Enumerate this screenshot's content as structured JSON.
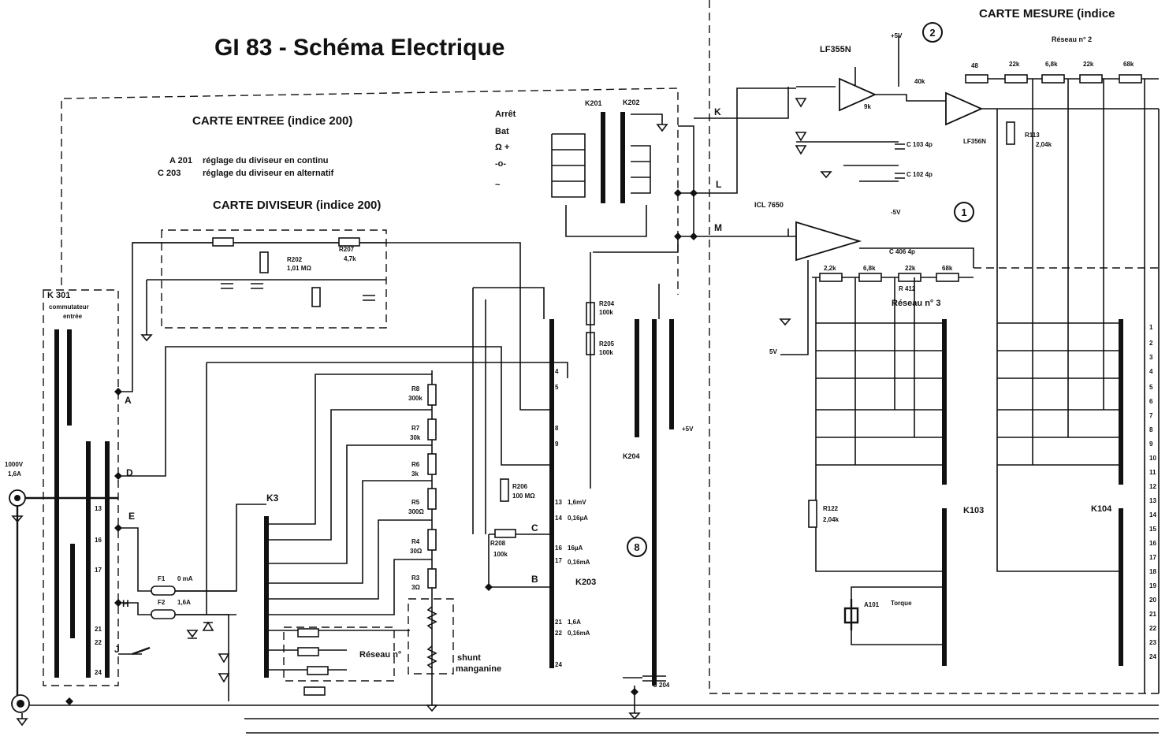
{
  "title": "GI 83 - Schéma Electrique",
  "boards": {
    "carte_entree": "CARTE ENTREE (indice 200)",
    "carte_diviseur": "CARTE DIVISEUR (indice 200)",
    "carte_mesure": "CARTE MESURE (indice"
  },
  "notes": [
    {
      "ref": "A 201",
      "text": "réglage du diviseur en continu"
    },
    {
      "ref": "C 203",
      "text": "réglage du diviseur en alternatif"
    }
  ],
  "reseau_2": "Réseau n° 2",
  "reseau_3": "Réseau n° 3",
  "reseau_1": "Réseau n°",
  "shunt": {
    "line1": "shunt",
    "line2": "manganine"
  },
  "switches": {
    "k301": "K 301",
    "k301_sub1": "commutateur",
    "k301_sub2": "entrée",
    "k3": "K3",
    "k201": "K201",
    "k202": "K202",
    "k203": "K203",
    "k204": "K204",
    "k103": "K103",
    "k104": "K104"
  },
  "mode_labels": [
    "Arrêt",
    "Bat",
    "Ω +",
    "-o-",
    "~"
  ],
  "opamps": {
    "top": "LF355N",
    "bottom": "ICL 7650",
    "lf": "LF356N"
  },
  "supply": {
    "pos": "+5V",
    "neg": "-5V",
    "gnd5": "5V"
  },
  "callouts": [
    "1",
    "2",
    "8"
  ],
  "node_letters": [
    "A",
    "D",
    "E",
    "H",
    "J",
    "K",
    "L",
    "M",
    "C",
    "B"
  ],
  "fuses": [
    {
      "ref": "F1",
      "value": "0 mA"
    },
    {
      "ref": "F2",
      "value": "1,6A"
    }
  ],
  "input_jack": {
    "line1": "1000V",
    "line2": "1,6A"
  },
  "resistors_divider": [
    {
      "ref": "R8",
      "value": "300k"
    },
    {
      "ref": "R7",
      "value": "30k"
    },
    {
      "ref": "R6",
      "value": "3k"
    },
    {
      "ref": "R5",
      "value": "300Ω"
    },
    {
      "ref": "R4",
      "value": "30Ω"
    },
    {
      "ref": "R3",
      "value": "3Ω"
    }
  ],
  "resistors_top": [
    {
      "ref": "R207",
      "value": "4,7k"
    },
    {
      "ref": "R202",
      "value": "1,01 MΩ"
    },
    {
      "ref": "R204",
      "value": "100k"
    },
    {
      "ref": "R205",
      "value": "100k"
    },
    {
      "ref": "R206",
      "value": "100 MΩ"
    },
    {
      "ref": "R208",
      "value": "100k"
    }
  ],
  "network2_values": [
    "48",
    "22k",
    "6,8k",
    "22k",
    "68k"
  ],
  "network3_values": [
    "2,2k",
    "6,8k",
    "22k",
    "68k"
  ],
  "network3_refs": [
    "R 412"
  ],
  "r122": {
    "ref": "R122",
    "value": "2,04k"
  },
  "r113": {
    "ref": "R113",
    "value": "2,04k"
  },
  "ranges_k203": [
    "4",
    "5",
    "8",
    "9",
    "13",
    "14",
    "16",
    "17",
    "21",
    "22",
    "24"
  ],
  "range_values": [
    "1,6mV",
    "0,16µA",
    "16µA",
    "0,16mA",
    "1,6A",
    "0,16mA"
  ],
  "pins_right": [
    "1",
    "2",
    "3",
    "4",
    "5",
    "6",
    "7",
    "8",
    "9",
    "10",
    "11",
    "12",
    "13",
    "14",
    "15",
    "16",
    "17",
    "18",
    "19",
    "20",
    "21",
    "22",
    "23",
    "24"
  ],
  "k301_pins": [
    "13",
    "16",
    "17",
    "21",
    "22",
    "24"
  ],
  "misc": {
    "c406": "C 406 4p",
    "c103": "C 103 4p",
    "c102": "C 102 4p",
    "a101": "A101",
    "torque": "Torque",
    "c204": "C 204",
    "min": "+5V",
    "r40k": "40k",
    "r9k": "9k"
  }
}
